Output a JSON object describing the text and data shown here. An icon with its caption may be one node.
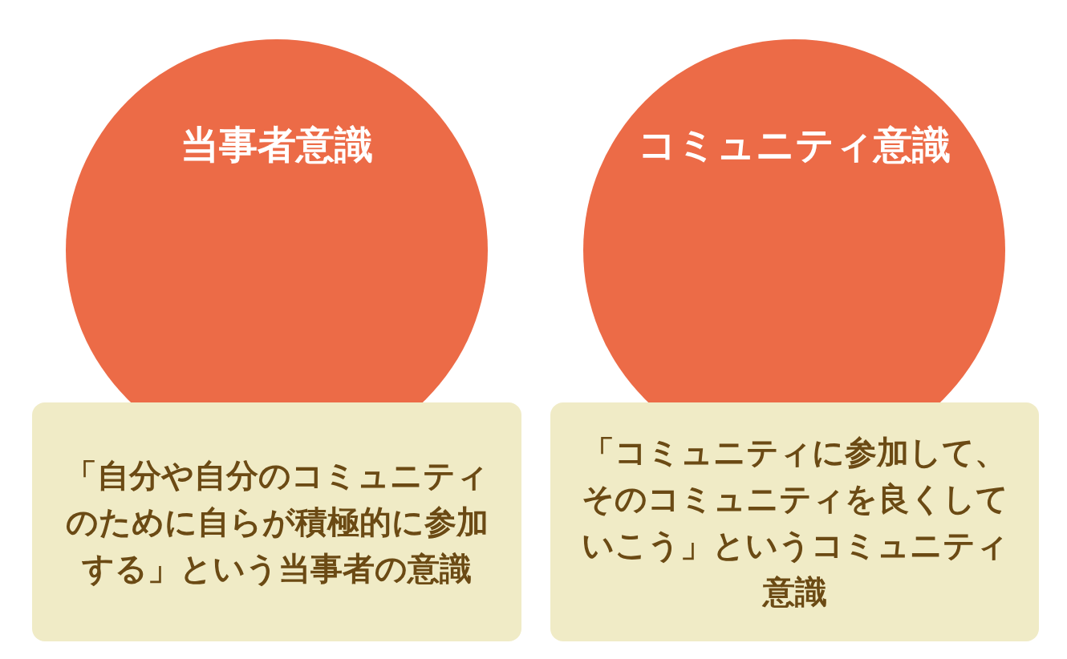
{
  "diagram": {
    "nodes": [
      {
        "text": [
          "当事者意識"
        ]
      },
      {
        "text": [
          "「自分や自分のコミュニティのために自らが積極的に参加する」という当事者の意識"
        ]
      },
      {
        "text": [
          "コミュニティ意識"
        ]
      },
      {
        "text": [
          "「コミュニティに参加して、そのコミュニティを良くしていこう」というコミュニティ意識"
        ]
      }
    ]
  }
}
